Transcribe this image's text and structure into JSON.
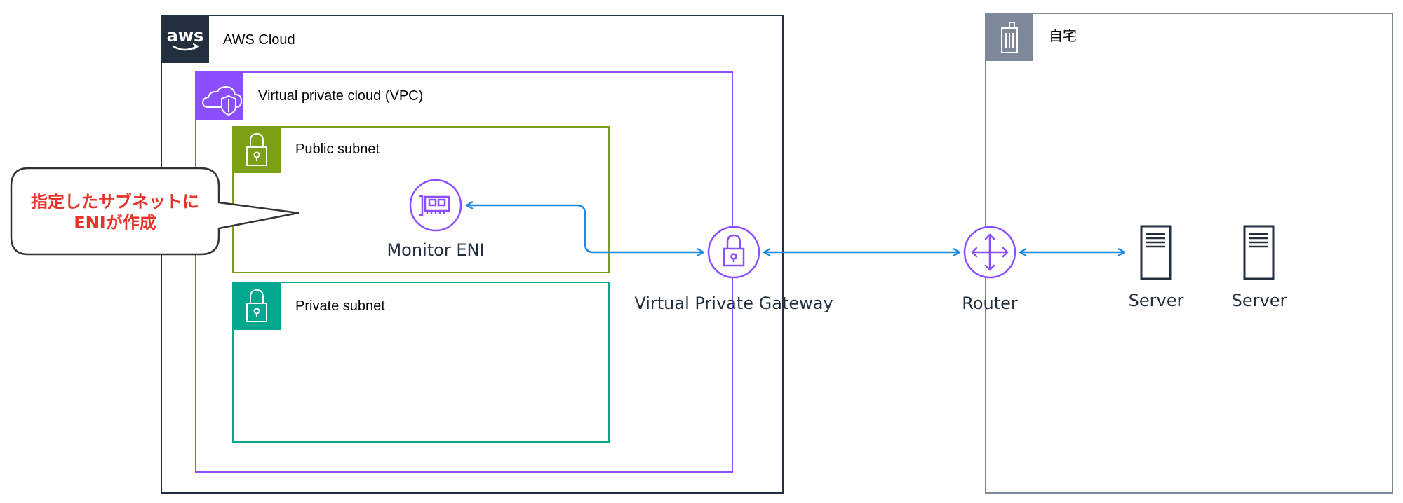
{
  "groups": {
    "aws_cloud": "AWS Cloud",
    "vpc": "Virtual private cloud (VPC)",
    "public_subnet": "Public subnet",
    "private_subnet": "Private subnet",
    "home": "自宅"
  },
  "nodes": {
    "eni": "Monitor ENI",
    "vpg": "Virtual Private Gateway",
    "router": "Router",
    "server1": "Server",
    "server2": "Server"
  },
  "callout": {
    "line1": "指定したサブネットに",
    "line2": "ENIが作成"
  },
  "icons": {
    "aws_logo": "aws",
    "vpc": "cloud-shield-icon",
    "subnet": "padlock-icon",
    "home": "building-icon",
    "eni": "network-interface-icon",
    "vpg": "padlock-gateway-icon",
    "router": "router-arrows-icon",
    "server": "server-icon"
  },
  "colors": {
    "aws_cloud_border": "#232f3e",
    "vpc_accent": "#8c4fff",
    "public_subnet_accent": "#7aa116",
    "private_subnet_accent": "#01a88d",
    "home_border": "#7d8998",
    "connector": "#1e88e5",
    "callout_text": "#e8332a"
  }
}
